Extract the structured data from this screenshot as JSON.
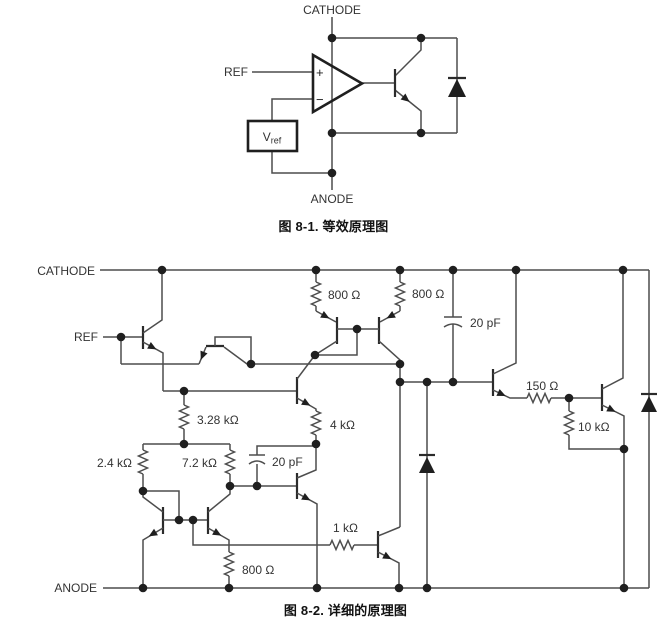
{
  "palette": {
    "wire_color": "#4d4d4d",
    "ink_color": "#1f1f1f",
    "text_color": "#333333"
  },
  "figure1": {
    "caption_label": "图 8-1.",
    "caption_title": "等效原理图",
    "terminals": {
      "cathode": "CATHODE",
      "ref": "REF",
      "anode": "ANODE"
    },
    "opamp": {
      "plus": "+",
      "minus": "−"
    },
    "vref": {
      "base": "V",
      "sub": "ref"
    }
  },
  "figure2": {
    "caption_label": "图 8-2.",
    "caption_title": "详细的原理图",
    "terminals": {
      "cathode": "CATHODE",
      "ref": "REF",
      "anode": "ANODE"
    },
    "components": {
      "r800_top_left": "800 Ω",
      "r800_top_right": "800 Ω",
      "c20_top": "20 pF",
      "r150": "150 Ω",
      "r10k": "10 kΩ",
      "r3_28k": "3.28 kΩ",
      "r4k": "4 kΩ",
      "r2_4k": "2.4 kΩ",
      "r7_2k": "7.2 kΩ",
      "c20_mid": "20 pF",
      "r1k": "1 kΩ",
      "r800_bottom": "800 Ω"
    }
  }
}
